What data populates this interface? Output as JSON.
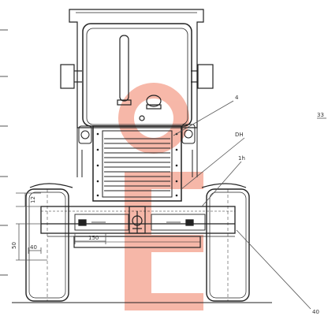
{
  "drawing": {
    "callouts": [
      "4",
      "DH",
      "1h",
      "33",
      "40"
    ],
    "dimensions": {
      "vertical_small": "12",
      "vertical_large": "50",
      "horizontal_small": "40",
      "horizontal_large": "150"
    }
  },
  "watermark": {
    "color": "#f4a08c"
  },
  "colors": {
    "line": "#222222",
    "dim": "#555555"
  }
}
